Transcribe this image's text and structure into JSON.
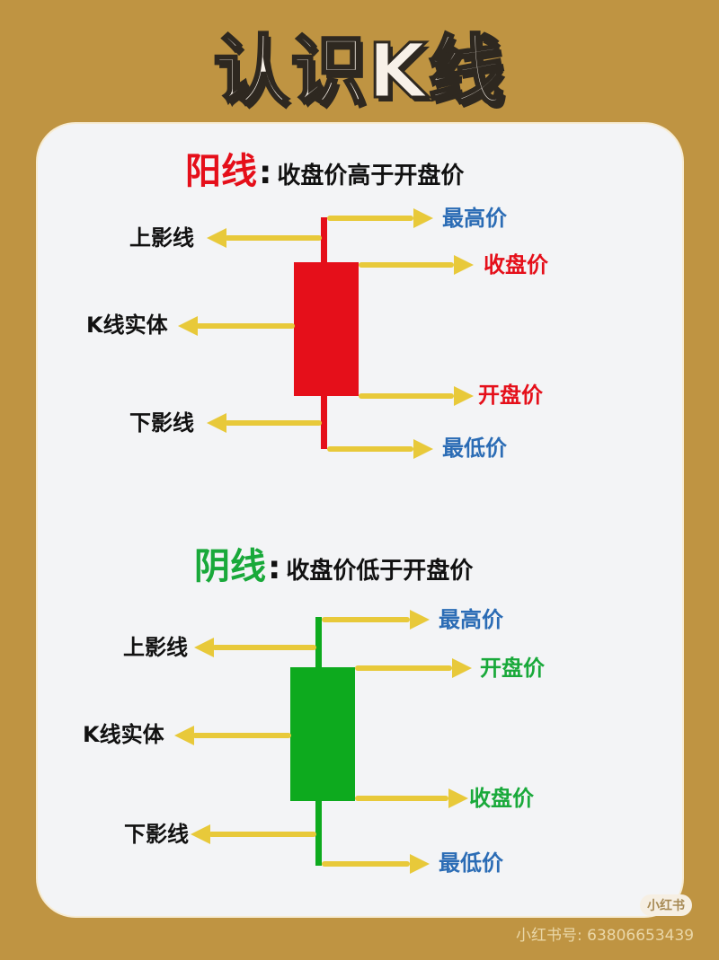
{
  "title": "认识K线",
  "colors": {
    "background": "#bf9442",
    "card": "#f3f4f6",
    "yang": "#e50f1a",
    "yin": "#0daa1e",
    "arrow": "#e8c93a",
    "high_low_label": "#2b6cb5",
    "left_label": "#111111"
  },
  "yang": {
    "name": "阳线",
    "colon": ":",
    "description": "收盘价高于开盘价",
    "left_labels": {
      "upper_shadow": "上影线",
      "body": "K线实体",
      "lower_shadow": "下影线"
    },
    "right_labels": {
      "top": "最高价",
      "body_top": "收盘价",
      "body_bottom": "开盘价",
      "bottom": "最低价"
    }
  },
  "yin": {
    "name": "阴线",
    "colon": ":",
    "description": "收盘价低于开盘价",
    "left_labels": {
      "upper_shadow": "上影线",
      "body": "K线实体",
      "lower_shadow": "下影线"
    },
    "right_labels": {
      "top": "最高价",
      "body_top": "开盘价",
      "body_bottom": "收盘价",
      "bottom": "最低价"
    }
  },
  "watermark": {
    "badge": "小红书",
    "id_text": "小红书号: 63806653439"
  }
}
